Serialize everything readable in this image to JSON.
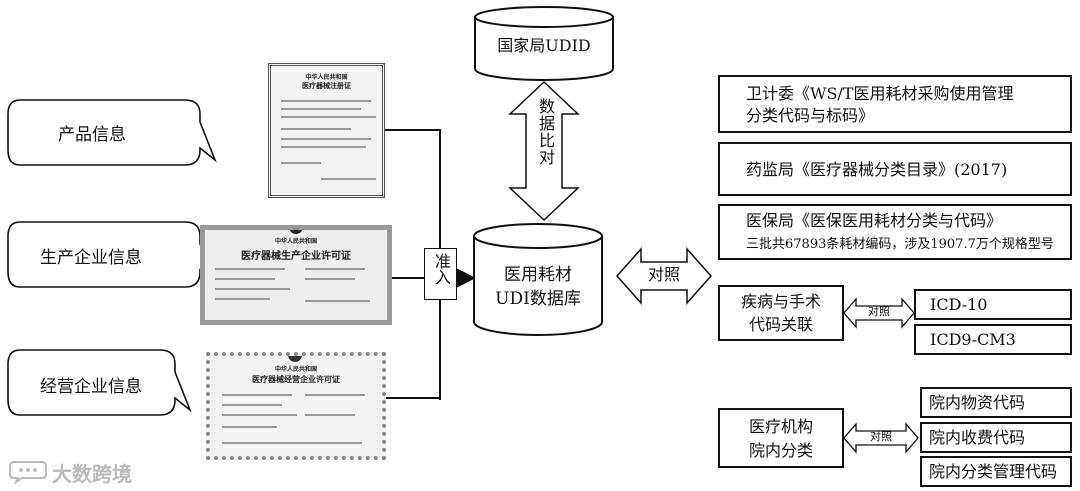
{
  "bubbles": [
    {
      "label": "产品信息"
    },
    {
      "label": "生产企业信息"
    },
    {
      "label": "经营企业信息"
    }
  ],
  "certificates": [
    {
      "header": "中华人民共和国",
      "title": "医疗器械注册证"
    },
    {
      "header": "中华人民共和国",
      "title": "医疗器械生产企业许可证"
    },
    {
      "header": "中华人民共和国",
      "title": "医疗器械经营企业许可证"
    }
  ],
  "admission_label": "准入",
  "top_db": "国家局UDID",
  "compare_vertical": "数据比对",
  "main_db": {
    "line1": "医用耗材",
    "line2": "UDI数据库"
  },
  "compare_label": "对照",
  "standards": [
    {
      "line1": "卫计委《WS/T医用耗材采购使用管理",
      "line2": "分类代码与标码》"
    },
    {
      "line1": "药监局《医疗器械分类目录》(2017)"
    },
    {
      "line1": "医保局《医保医用耗材分类与代码》",
      "line2": "三批共67893条耗材编码，涉及1907.7万个规格型号"
    }
  ],
  "disease_group": {
    "title_line1": "疾病与手术",
    "title_line2": "代码关联",
    "arrow_label": "对照",
    "items": [
      "ICD-10",
      "ICD9-CM3"
    ]
  },
  "hospital_group": {
    "title_line1": "医疗机构",
    "title_line2": "院内分类",
    "arrow_label": "对照",
    "items": [
      "院内物资代码",
      "院内收费代码",
      "院内分类管理代码"
    ]
  },
  "watermark": "大数跨境",
  "icons": [
    "speech-bubble",
    "certificate",
    "database-cylinder",
    "double-arrow",
    "logo"
  ]
}
